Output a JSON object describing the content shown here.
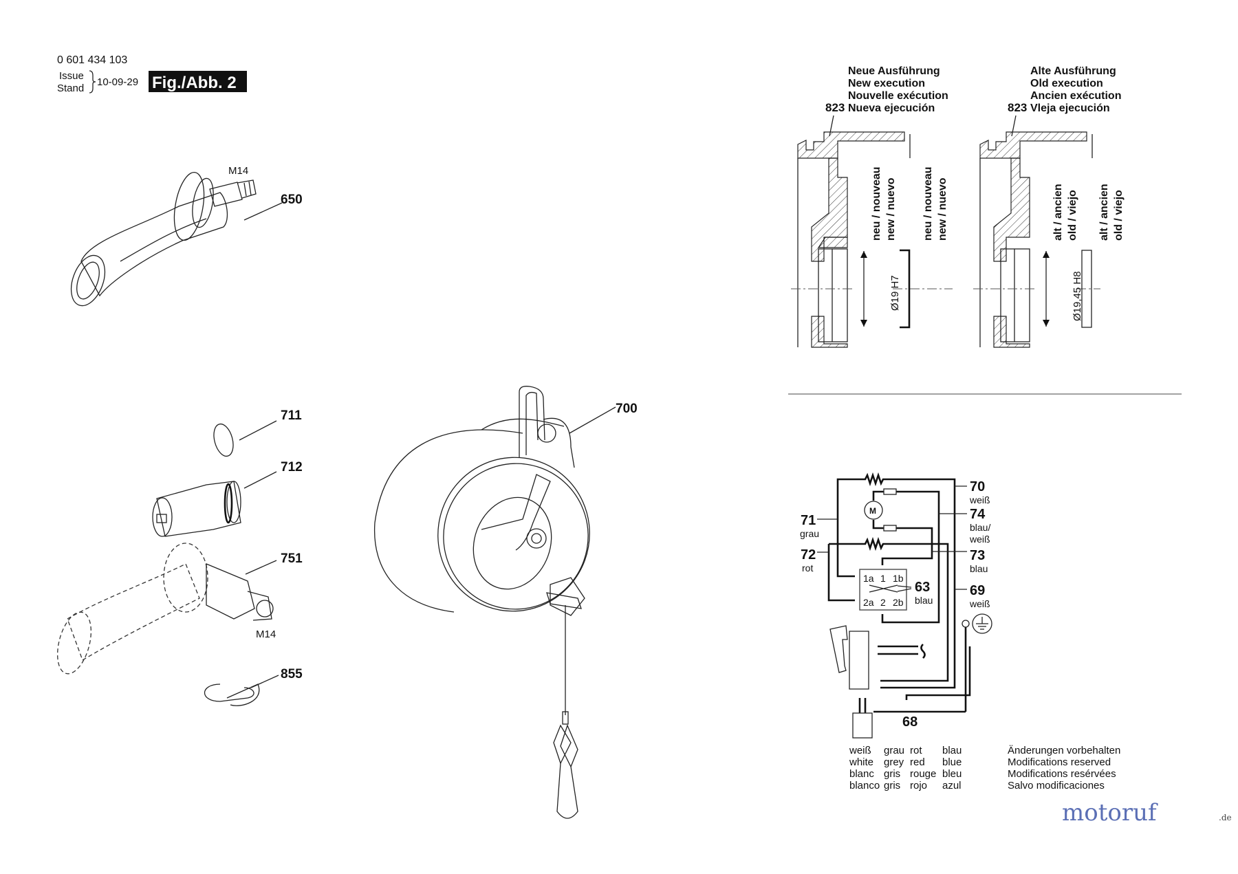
{
  "header": {
    "part_number": "0 601 434 103",
    "issue_label": "Issue",
    "stand_label": "Stand",
    "date": "10-09-29",
    "figure_label": "Fig./Abb. 2"
  },
  "parts": {
    "p650": "650",
    "m14_top": "M14",
    "p711": "711",
    "p712": "712",
    "p751": "751",
    "m14_bottom": "M14",
    "p855": "855",
    "p700": "700"
  },
  "sections": {
    "new": {
      "title": [
        "Neue Ausführung",
        "New execution",
        "Nouvelle exécution",
        "Nueva ejecución"
      ],
      "part": "823",
      "label1": [
        "neu / nouveau",
        "new / nuevo"
      ],
      "label2": [
        "neu / nouveau",
        "new / nuevo"
      ],
      "dimension": "Ø19 H7"
    },
    "old": {
      "title": [
        "Alte Ausführung",
        "Old execution",
        "Ancien exécution",
        "Vleja ejecución"
      ],
      "part": "823",
      "label1": [
        "alt / ancien",
        "old / viejo"
      ],
      "label2": [
        "alt / ancien",
        "old / viejo"
      ],
      "dimension": "Ø19,45 H8"
    }
  },
  "circuit": {
    "motor": "M",
    "w70": {
      "num": "70",
      "color": "weiß"
    },
    "w71": {
      "num": "71",
      "color": "grau"
    },
    "w72": {
      "num": "72",
      "color": "rot"
    },
    "w74": {
      "num": "74",
      "color1": "blau/",
      "color2": "weiß"
    },
    "w73": {
      "num": "73",
      "color": "blau"
    },
    "w69": {
      "num": "69",
      "color": "weiß"
    },
    "w63": {
      "num": "63",
      "color": "blau"
    },
    "w68": {
      "num": "68"
    },
    "terminals": [
      "1a",
      "1",
      "1b",
      "2a",
      "2",
      "2b"
    ]
  },
  "color_legend": [
    [
      "weiß",
      "white",
      "blanc",
      "blanco"
    ],
    [
      "grau",
      "grey",
      "gris",
      "gris"
    ],
    [
      "rot",
      "red",
      "rouge",
      "rojo"
    ],
    [
      "blau",
      "blue",
      "bleu",
      "azul"
    ]
  ],
  "disclaimer": [
    "Änderungen vorbehalten",
    "Modifications reserved",
    "Modifications resérvées",
    "Salvo modificaciones"
  ],
  "watermark": {
    "text": "motoruf",
    "suffix": ".de"
  }
}
